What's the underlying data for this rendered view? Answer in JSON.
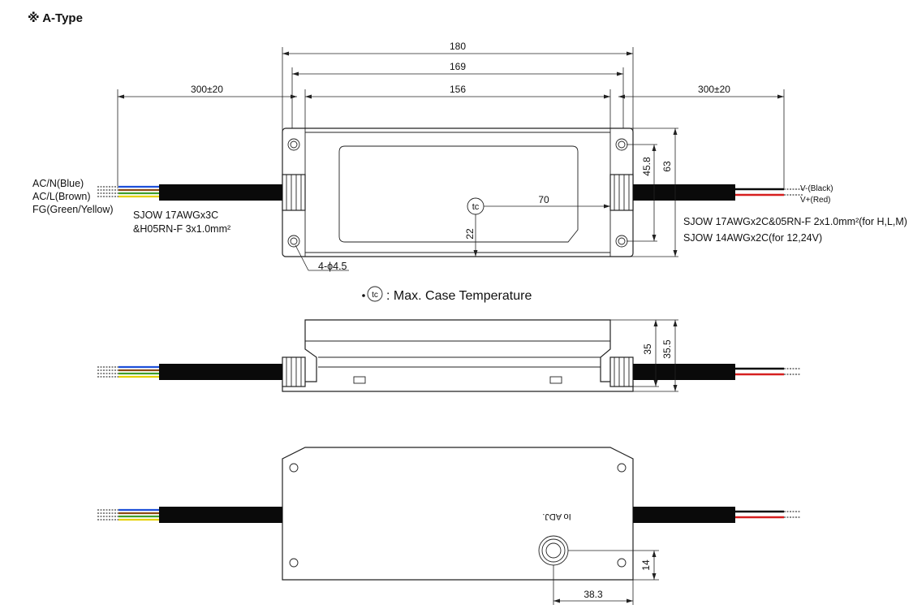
{
  "title": "※ A-Type",
  "dimensions": {
    "overall_length": "180",
    "hole_pitch": "169",
    "body_length": "156",
    "cable_left": "300±20",
    "cable_right": "300±20",
    "height_inner": "45.8",
    "height_outer": "63",
    "tc_x": "70",
    "tc_y": "22",
    "holes": "4-ϕ4.5",
    "side_h1": "35",
    "side_h2": "35.5",
    "adj_y": "14",
    "adj_x": "38.3"
  },
  "labels": {
    "ac_n": "AC/N(Blue)",
    "ac_l": "AC/L(Brown)",
    "fg": "FG(Green/Yellow)",
    "input_cable_1": "SJOW 17AWGx3C",
    "input_cable_2": "&H05RN-F 3x1.0mm²",
    "v_minus": "V-(Black)",
    "v_plus": "V+(Red)",
    "output_cable_1": "SJOW 17AWGx2C&05RN-F 2x1.0mm²(for H,L,M)",
    "output_cable_2": "SJOW 14AWGx2C(for 12,24V)",
    "tc_symbol": "tc",
    "tc_note": ": Max. Case Temperature",
    "adj_label": "Io ADJ."
  }
}
